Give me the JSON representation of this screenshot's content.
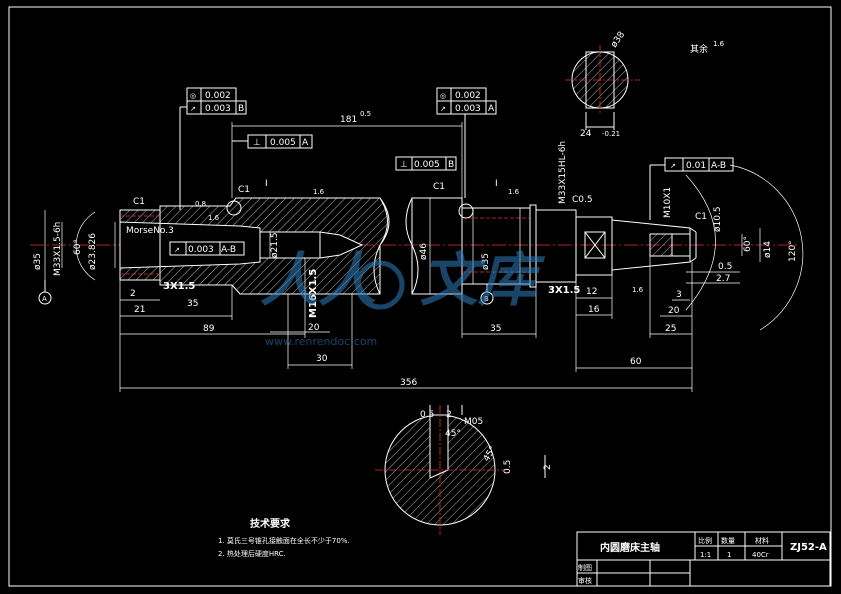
{
  "drawing": {
    "ref_a": "A",
    "ref_b": "B",
    "tolerance_frames": {
      "left_circularity": "0.002",
      "left_runout": "0.003",
      "left_runout_datum": "B",
      "mid_circularity": "0.002",
      "mid_runout": "0.003",
      "mid_runout_datum": "A",
      "perp_top": "0.005",
      "perp_top_datum": "A",
      "perp_mid": "0.005",
      "perp_mid_datum": "B",
      "inner_runout": "0.003",
      "inner_runout_datum": "A-B",
      "right_runout": "0.01",
      "right_runout_datum": "A-B"
    },
    "labels": {
      "morse": "MorseNo.3",
      "chamfer_c1": "C1",
      "chamfer_c05": "C0.5",
      "detail_i": "I",
      "thread_left": "M33X1.5-6h",
      "thread_mid": "M33X15HL-6h",
      "thread_m16": "M16X1.5",
      "thread_m10": "M10X1",
      "undercut": "3X1.5",
      "section_m05": "M05",
      "dia_left": "ø35",
      "dia_23826": "ø23.826",
      "dia_215": "ø21.5",
      "dia_46": "ø46",
      "dia_mid": "ø35",
      "dia_105": "ø10.5",
      "dia_14": "ø14",
      "dia_38": "ø38",
      "angle_60_left": "60°",
      "angle_60_right": "60°",
      "angle_120": "120°",
      "rest": "其余",
      "roughness_08": "0.8",
      "roughness_16": "1.6"
    },
    "dims": {
      "d181": "181",
      "d181_tol": "0.5",
      "d2": "2",
      "d21": "21",
      "d35a": "35",
      "d89": "89",
      "d20a": "20",
      "d30": "30",
      "d35b": "35",
      "d356": "356",
      "d12": "12",
      "d16": "16",
      "d3": "3",
      "d20b": "20",
      "d25": "25",
      "d60": "60",
      "d05": "0.5",
      "d27": "2.7",
      "d24": "24",
      "d24_tol": "-0.21",
      "sec_05": "0.5",
      "sec_2": "2",
      "sec_45": "45°",
      "sec_45b": "45°",
      "sec_05b": "0.5",
      "sec_2b": "2"
    },
    "notes": {
      "title": "技术要求",
      "item1": "1.  莫氏三号锥孔接触面在全长不少于70%.",
      "item2": "2.  热处理后硬度HRC."
    },
    "title_block": {
      "part_name": "内圆磨床主轴",
      "scale_label": "比例",
      "qty_label": "数量",
      "material_label": "材料",
      "scale": "1:1",
      "qty": "1",
      "material": "40Cr",
      "drawing_no": "ZJ52-A",
      "drawn_label": "制图",
      "checked_label": "审核"
    },
    "watermark": {
      "text": "www.renrendoc.com"
    }
  }
}
